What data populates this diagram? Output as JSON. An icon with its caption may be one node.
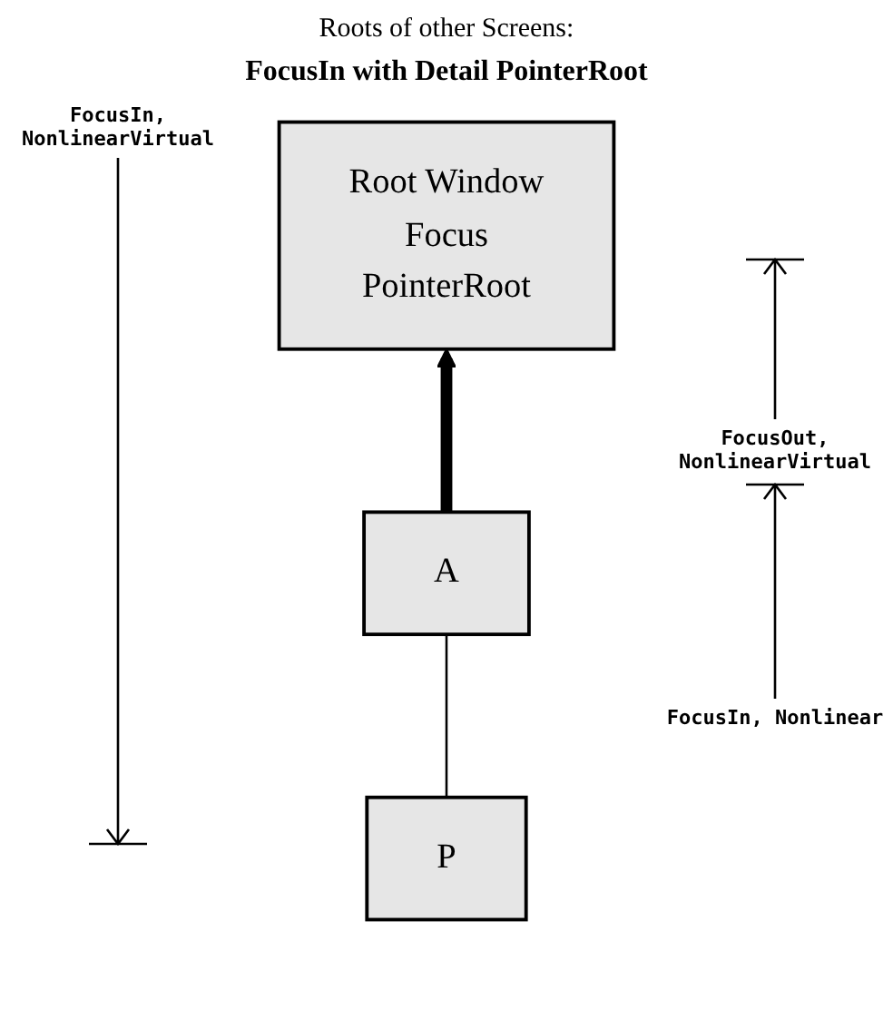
{
  "diagram": {
    "title": "Roots of other Screens:",
    "nodes": [
      {
        "text": [
          "Root Window",
          "Focus",
          "PointerRoot"
        ]
      },
      {
        "text": [
          "A"
        ]
      },
      {
        "text": [
          "P"
        ]
      }
    ],
    "edges": [
      {
        "from": 1,
        "to": 0,
        "arrow": "to",
        "style": "thick"
      },
      {
        "from": 2,
        "to": 1,
        "arrow": "none"
      }
    ],
    "labels": [
      "FocusIn with Detail PointerRoot",
      "FocusIn, NonlinearVirtual",
      "FocusOut, NonlinearVirtual",
      "FocusIn, Nonlinear"
    ]
  }
}
